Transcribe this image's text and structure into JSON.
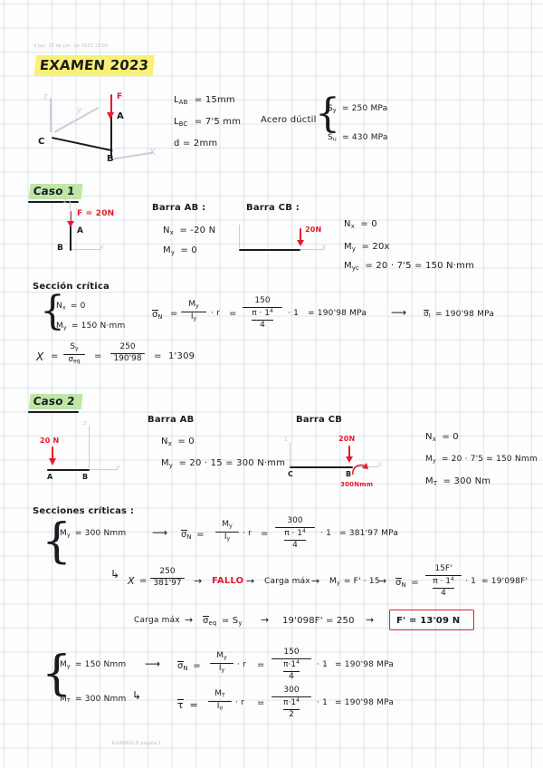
{
  "page": {
    "header_note": "d jue, 29 de jun. de 2023      12:04",
    "footer_note": "EXAMEN.D página 1",
    "title": "EXAMEN  2023"
  },
  "colors": {
    "ink": "#1b1b1f",
    "red": "#e8192c",
    "highlight_yellow": "#f9f075",
    "highlight_green": "#bde6a8",
    "grid": "#96afcd"
  },
  "given": {
    "L_AB_label": "L",
    "L_AB_sub": "AB",
    "L_AB_value": "= 15mm",
    "L_BC_label": "L",
    "L_BC_sub": "BC",
    "L_BC_value": "= 7'5 mm",
    "d_label": "d = 2mm",
    "material": "Acero dúctil",
    "Sy": "S",
    "Sy_sub": "y",
    "Sy_value": "= 250 MPa",
    "Su": "S",
    "Su_sub": "u",
    "Su_value": "= 430 MPa"
  },
  "main_diagram": {
    "axis_z": "z",
    "axis_y": "y",
    "axis_x": "X",
    "point_A": "A",
    "point_B": "B",
    "point_C": "C",
    "force": "F"
  },
  "caso1": {
    "title": "Caso 1",
    "diagram": {
      "force_label": "F = 20N",
      "point_A": "A",
      "point_B": "B",
      "axis_z": "z",
      "axis_y": "y"
    },
    "barra_ab": {
      "title": "Barra  AB :",
      "nx": "N",
      "nx_sub": "x",
      "nx_val": "= -20 N",
      "my": "M",
      "my_sub": "y",
      "my_val": "= 0"
    },
    "barra_cb": {
      "title": "Barra  CB :",
      "load_label": "20N",
      "axis_x": "x",
      "nx": "N",
      "nx_sub": "x",
      "nx_val": "= 0",
      "my": "M",
      "my_sub": "y",
      "my_val": "= 20x",
      "myc": "M",
      "myc_sub": "yc",
      "myc_val": "= 20 · 7'5  =  150 N·mm"
    },
    "critical": {
      "title": "Sección crítica",
      "nx": "N",
      "nx_sub": "x",
      "nx_val": "= 0",
      "my": "M",
      "my_sub": "y",
      "my_val": "= 150 N·mm",
      "sigma": "σ",
      "sigma_sub": "N",
      "eq1": "=",
      "frac1_num": "M",
      "frac1_num_sub": "y",
      "frac1_den": "I",
      "frac1_den_sub": "y",
      "times_r": "· r",
      "eq2": "=",
      "frac2_num": "150",
      "frac2_den_top": "π · 1",
      "frac2_den_sup": "4",
      "frac2_den_bot": "4",
      "times_1": "· 1",
      "result": "=  190'98 MPa",
      "arrow_sigma": "σ",
      "arrow_sigma_sub": "I",
      "arrow_result": "= 190'98 MPa"
    },
    "safety": {
      "X": "X",
      "eq": "=",
      "num": "S",
      "num_sub": "y",
      "den": "σ",
      "den_sub": "eq",
      "eq2": "=",
      "num2": "250",
      "den2": "190'98",
      "eq3": "=",
      "value": "1'309"
    }
  },
  "caso2": {
    "title": "Caso 2",
    "diagram_ab": {
      "load_label": "20 N",
      "axis_z": "z",
      "axis_y": "y",
      "point_A": "A",
      "point_B": "B"
    },
    "barra_ab": {
      "title": "Barra AB",
      "nx": "N",
      "nx_sub": "x",
      "nx_val": "= 0",
      "my": "M",
      "my_sub": "y",
      "my_val": "= 20 · 15  =  300 N·mm"
    },
    "barra_cb": {
      "title": "Barra CB",
      "load_label": "20N",
      "torque_label": "300Nmm",
      "axis_z": "z",
      "axis_x": "x",
      "point_C": "C",
      "point_B": "B"
    },
    "barra_cb_values": {
      "nx": "N",
      "nx_sub": "x",
      "nx_val": "= 0",
      "my": "M",
      "my_sub": "y",
      "my_val": "= 20 · 7'5  =  150 Nmm",
      "mt": "M",
      "mt_sub": "T",
      "mt_val": "= 300 Nm"
    },
    "critical": {
      "title": "Secciones críticas :",
      "row1": {
        "my": "M",
        "my_sub": "y",
        "my_val": "= 300 Nmm",
        "sigma": "σ",
        "sigma_sub": "N",
        "frac1_num": "M",
        "frac1_num_sub": "y",
        "frac1_den": "I",
        "frac1_den_sub": "y",
        "times_r": "· r",
        "frac2_num": "300",
        "frac2_den_top": "π · 1",
        "frac2_den_sup": "4",
        "frac2_den_bot": "4",
        "times_1": "· 1",
        "result": "=  381'97 MPa"
      },
      "row2": {
        "X": "X",
        "eq": "=",
        "num": "250",
        "den": "381'97",
        "arrow1": "→",
        "fallo": "FALLO",
        "arrow2": "→",
        "carga": "Carga máx",
        "arrow3": "→",
        "my": "M",
        "my_sub": "y",
        "my_val": "= F' · 15",
        "arrow4": "→",
        "sigma": "σ",
        "sigma_sub": "N",
        "frac_num": "15F'",
        "frac_den_top": "π · 1",
        "frac_den_sup": "4",
        "frac_den_bot": "4",
        "times_1": "· 1",
        "result": "=  19'098F'"
      },
      "row3": {
        "carga": "Carga máx",
        "arrow1": "→",
        "sigma": "σ",
        "sigma_sub": "eq",
        "eq": "= S",
        "eq_sub": "y",
        "arrow2": "→",
        "equation": "19'098F' = 250",
        "arrow3": "→",
        "answer": "F' = 13'09 N"
      },
      "row4": {
        "my": "M",
        "my_sub": "y",
        "my_val": "= 150 Nmm",
        "mt": "M",
        "mt_sub": "T",
        "mt_val": "= 300 Nmm",
        "sigma": "σ",
        "sigma_sub": "N",
        "s_frac1_num": "M",
        "s_frac1_num_sub": "y",
        "s_frac1_den": "I",
        "s_frac1_den_sub": "y",
        "s_times_r": "· r",
        "s_frac2_num": "150",
        "s_frac2_den_top": "π·1",
        "s_frac2_den_sup": "4",
        "s_frac2_den_bot": "4",
        "s_times_1": "· 1",
        "s_result": "=  190'98 MPa",
        "tau": "τ",
        "t_frac1_num": "M",
        "t_frac1_num_sub": "T",
        "t_frac1_den": "I",
        "t_frac1_den_sub": "o",
        "t_times_r": "· r",
        "t_frac2_num": "300",
        "t_frac2_den_top": "π·1",
        "t_frac2_den_sup": "4",
        "t_frac2_den_bot": "2",
        "t_times_1": "· 1",
        "t_result": "=  190'98 MPa"
      }
    }
  }
}
